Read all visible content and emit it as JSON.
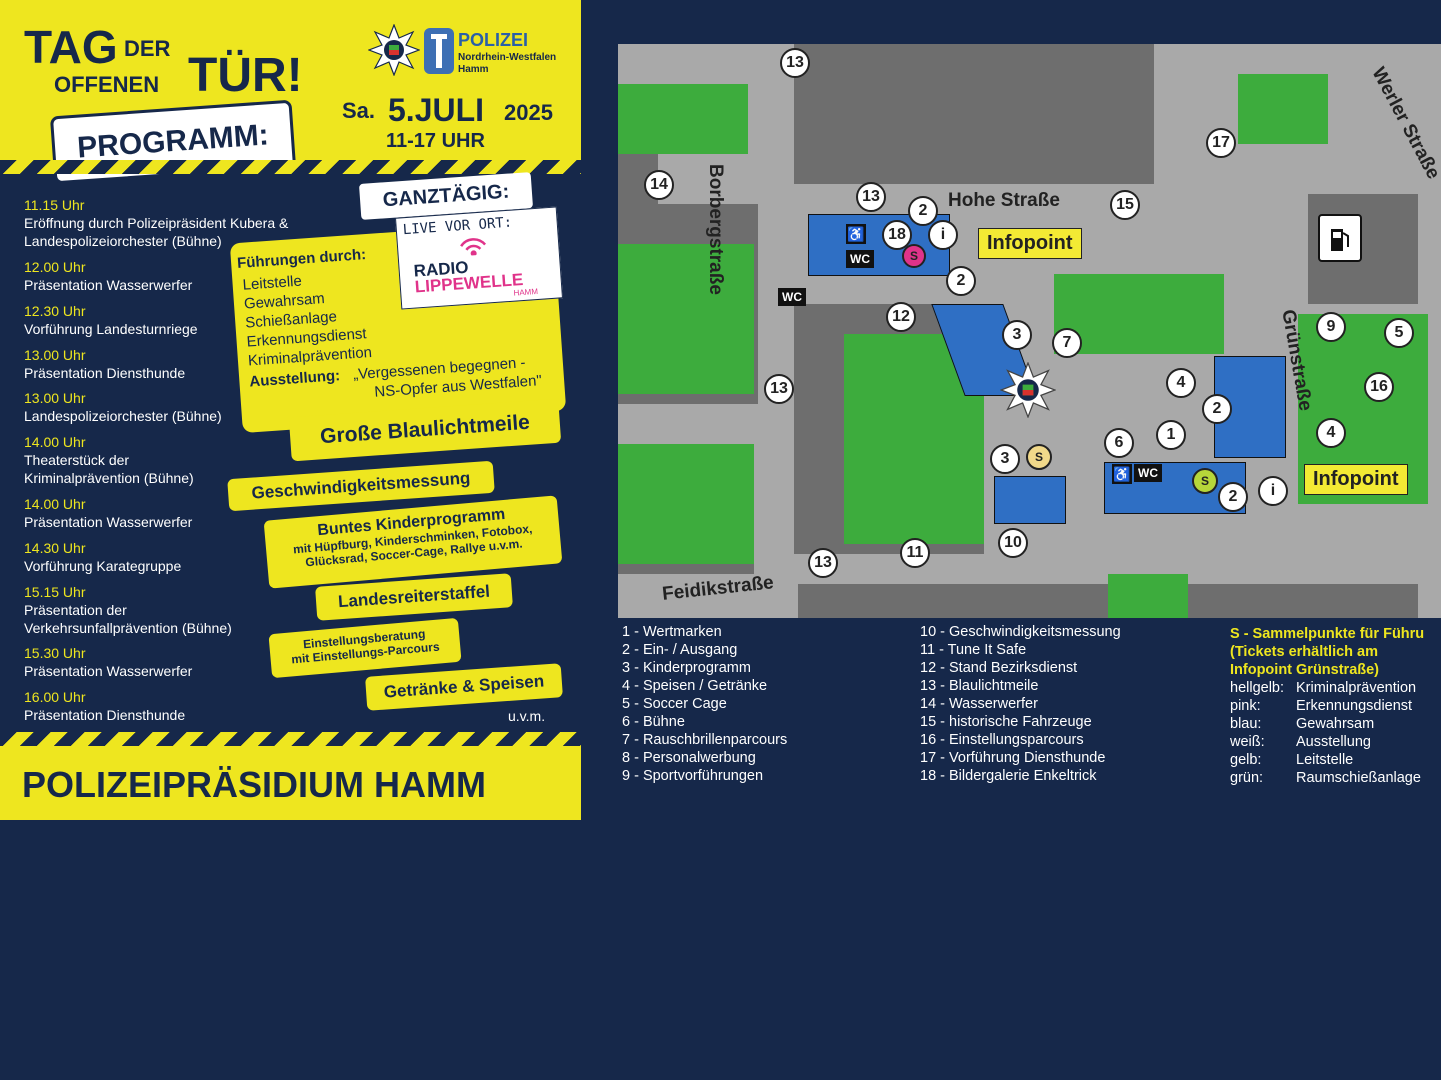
{
  "flyer": {
    "title_tag": "TAG",
    "title_der": "DER",
    "title_offenen": "OFFENEN",
    "title_tuer": "TÜR!",
    "polizei": "POLIZEI",
    "polizei_sub1": "Nordrhein-Westfalen",
    "polizei_sub2": "Hamm",
    "date_prefix": "Sa.",
    "date_main": "5.JULI",
    "date_year": "2025",
    "time": "11-17 UHR",
    "programm": "PROGRAMM:",
    "ganztaegig": "GANZTÄGIG:",
    "live_vor_ort": "LIVE VOR ORT:",
    "radio": "RADIO",
    "lippewelle": "LIPPEWELLE",
    "hamm_small": "HAMM",
    "fuehrungen_title": "Führungen durch:",
    "fuehrungen": [
      "Leitstelle",
      "Gewahrsam",
      "Schießanlage",
      "Erkennungsdienst",
      "Kriminalprävention"
    ],
    "ausstellung_label": "Ausstellung:",
    "ausstellung_text1": "„Vergessenen begegnen -",
    "ausstellung_text2": "NS-Opfer aus Westfalen\"",
    "schedule": [
      {
        "time": "11.15 Uhr",
        "desc": "Eröffnung durch Polizeipräsident Kubera & Landespolizeiorchester (Bühne)"
      },
      {
        "time": "12.00 Uhr",
        "desc": "Präsentation Wasserwerfer"
      },
      {
        "time": "12.30 Uhr",
        "desc": "Vorführung Landesturnriege"
      },
      {
        "time": "13.00 Uhr",
        "desc": "Präsentation Diensthunde"
      },
      {
        "time": "13.00 Uhr",
        "desc": "Landespolizeiorchester (Bühne)"
      },
      {
        "time": "14.00 Uhr",
        "desc": "Theaterstück der Kriminalprävention (Bühne)"
      },
      {
        "time": "14.00 Uhr",
        "desc": "Präsentation Wasserwerfer"
      },
      {
        "time": "14.30 Uhr",
        "desc": "Vorführung Karategruppe"
      },
      {
        "time": "15.15 Uhr",
        "desc": "Präsentation der Verkehrsunfallprävention (Bühne)"
      },
      {
        "time": "15.30 Uhr",
        "desc": "Präsentation Wasserwerfer"
      },
      {
        "time": "16.00 Uhr",
        "desc": "Präsentation Diensthunde"
      }
    ],
    "blaulichtmeile": "Große Blaulichtmeile",
    "geschwindigkeit": "Geschwindigkeitsmessung",
    "kinder_title": "Buntes Kinderprogramm",
    "kinder_text1": "mit Hüpfburg, Kinderschminken, Fotobox,",
    "kinder_text2": "Glücksrad, Soccer-Cage, Rallye u.v.m.",
    "reiterstaffel": "Landesreiterstaffel",
    "einstellung1": "Einstellungsberatung",
    "einstellung2": "mit Einstellungs-Parcours",
    "getraenke": "Getränke & Speisen",
    "uvm": "u.v.m.",
    "footer": "POLIZEIPRÄSIDIUM HAMM"
  },
  "map": {
    "streets": {
      "borberg": "Borbergstraße",
      "hohe": "Hohe Straße",
      "werler": "Werler Straße",
      "gruen": "Grünstraße",
      "feidik": "Feidikstraße"
    },
    "infopoint": "Infopoint",
    "wc": "WC",
    "s": "S",
    "i": "i",
    "legend_col1": [
      "1 - Wertmarken",
      "2 - Ein- / Ausgang",
      "3 - Kinderprogramm",
      "4 - Speisen / Getränke",
      "5 - Soccer Cage",
      "6 - Bühne",
      "7 - Rauschbrillenparcours",
      "8 - Personalwerbung",
      "9 - Sportvorführungen"
    ],
    "legend_col2": [
      "10 - Geschwindigkeitsmessung",
      "11 - Tune It Safe",
      "12 - Stand Bezirksdienst",
      "13 - Blaulichtmeile",
      "14 - Wasserwerfer",
      "15 - historische Fahrzeuge",
      "16 - Einstellungsparcours",
      "17 - Vorführung Diensthunde",
      "18 - Bildergalerie Enkeltrick"
    ],
    "legend_s1": "S - Sammelpunkte für Führu",
    "legend_s2": "(Tickets erhältlich am",
    "legend_s3": "Infopoint Grünstraße)",
    "color_keys": [
      {
        "k": "hellgelb:",
        "v": "Kriminalprävention"
      },
      {
        "k": "pink:",
        "v": "Erkennungsdienst"
      },
      {
        "k": "blau:",
        "v": "Gewahrsam"
      },
      {
        "k": "weiß:",
        "v": "Ausstellung"
      },
      {
        "k": "gelb:",
        "v": "Leitstelle"
      },
      {
        "k": "grün:",
        "v": "Raumschießanlage"
      }
    ],
    "numbers": [
      "13",
      "14",
      "13",
      "2",
      "18",
      "15",
      "17",
      "2",
      "12",
      "3",
      "7",
      "13",
      "4",
      "2",
      "6",
      "1",
      "3",
      "2",
      "9",
      "5",
      "16",
      "4",
      "13",
      "11",
      "10"
    ]
  },
  "colors": {
    "navy": "#16284a",
    "yellow": "#eee61f",
    "green": "#3dac3d",
    "blue": "#2f6fc4",
    "pink": "#e0338a"
  }
}
